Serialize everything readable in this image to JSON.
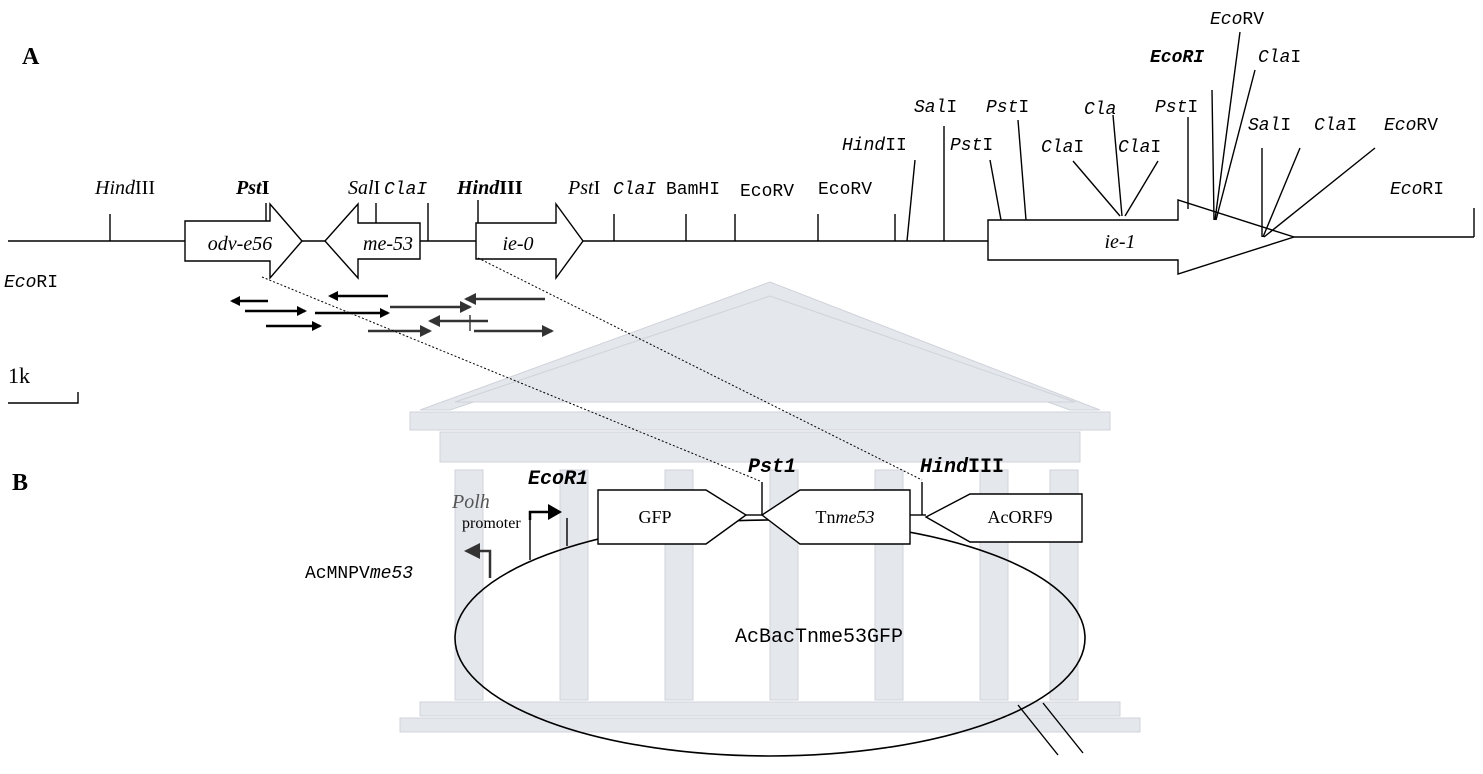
{
  "panel_a": {
    "label": "A",
    "scale_label": "1k",
    "left_end_site": {
      "base": "Eco",
      "suffix": "RI"
    },
    "genes": [
      {
        "id": "odv",
        "text": "odv-e56"
      },
      {
        "id": "me53",
        "text": "me-53"
      },
      {
        "id": "ie0",
        "text": "ie-0"
      },
      {
        "id": "ie1",
        "text": "ie-1"
      }
    ],
    "sites": [
      {
        "id": "hind1",
        "it": "Hind",
        "rm": "III"
      },
      {
        "id": "pst1",
        "it": "Pst",
        "rm": "I"
      },
      {
        "id": "sal1",
        "it": "Sal",
        "rm": "I"
      },
      {
        "id": "cla1",
        "rm": "ClaI"
      },
      {
        "id": "hind2",
        "it": "Hind",
        "rm": "III"
      },
      {
        "id": "pst2",
        "it": "Pst",
        "rm": "I"
      },
      {
        "id": "cla2",
        "rm": "ClaI"
      },
      {
        "id": "bam",
        "rm": "BamHI"
      },
      {
        "id": "ecorv1",
        "rm": "EcoRV"
      },
      {
        "id": "ecorv2",
        "rm": "EcoRV"
      },
      {
        "id": "hindii",
        "it": "Hind",
        "rm": "II"
      },
      {
        "id": "sal2",
        "it": "Sal",
        "rm": "I"
      },
      {
        "id": "pst3",
        "it": "Pst",
        "rm": "I"
      },
      {
        "id": "pst4",
        "it": "Pst",
        "rm": "I"
      },
      {
        "id": "cla3",
        "it": "Cla",
        "rm": ""
      },
      {
        "id": "cla4",
        "it": "Cla",
        "rm": "I"
      },
      {
        "id": "cla5",
        "it": "Cla",
        "rm": "I"
      },
      {
        "id": "pst5",
        "it": "Pst",
        "rm": "I"
      },
      {
        "id": "ecori_b",
        "rm": "EcoRI"
      },
      {
        "id": "ecorv3",
        "it": "Eco",
        "rm": "RV"
      },
      {
        "id": "cla6",
        "it": "Cla",
        "rm": "I"
      },
      {
        "id": "sal3",
        "it": "Sal",
        "rm": "I"
      },
      {
        "id": "cla7",
        "it": "Cla",
        "rm": "I"
      },
      {
        "id": "ecorv4",
        "it": "Eco",
        "rm": "RV"
      },
      {
        "id": "ecori_r",
        "it": "Eco",
        "rm": "RI"
      }
    ]
  },
  "panel_b": {
    "label": "B",
    "plasmid": "AcBacTnme53GFP",
    "polh": "Polh",
    "promoter": "promoter",
    "acmnpv": {
      "rm": "AcMNPV",
      "it": "me53"
    },
    "ecor1": "EcoR1",
    "pst1": {
      "it": "Pst",
      "rm": "1"
    },
    "hind": {
      "it": "Hind",
      "rm": "III"
    },
    "gfp": "GFP",
    "tnme53": {
      "rm": "Tn",
      "it": "me53"
    },
    "orf9": "AcORF9"
  },
  "colors": {
    "ink": "#000000",
    "watermark": "#e4e7ec"
  }
}
